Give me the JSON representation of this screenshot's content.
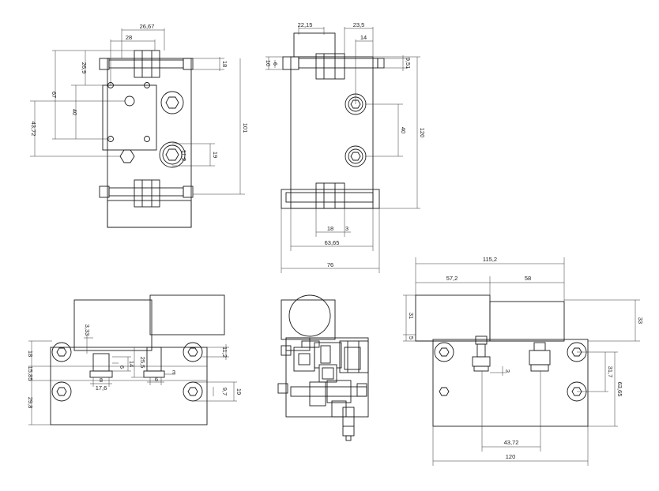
{
  "drawing": {
    "views": [
      {
        "name": "front-view",
        "dimensions": [
          "26,67",
          "28",
          "18",
          "26,9",
          "67",
          "40",
          "43,72",
          "101",
          "11,2",
          "19"
        ]
      },
      {
        "name": "side-view",
        "dimensions": [
          "22,15",
          "23,5",
          "14",
          "10",
          "6",
          "9,51",
          "120",
          "40",
          "18",
          "3",
          "63,65",
          "76"
        ]
      },
      {
        "name": "bottom-left-view",
        "dimensions": [
          "3,33",
          "18",
          "15,85",
          "29,8",
          "14",
          "6",
          "25,5",
          "8",
          "17,6",
          "6",
          "3",
          "11,2",
          "9,7",
          "19"
        ]
      },
      {
        "name": "end-view",
        "dimensions": []
      },
      {
        "name": "bottom-right-view",
        "dimensions": [
          "115,2",
          "57,2",
          "58",
          "31",
          "5",
          "33",
          "3",
          "31,7",
          "63,65",
          "43,72",
          "120"
        ]
      }
    ]
  }
}
